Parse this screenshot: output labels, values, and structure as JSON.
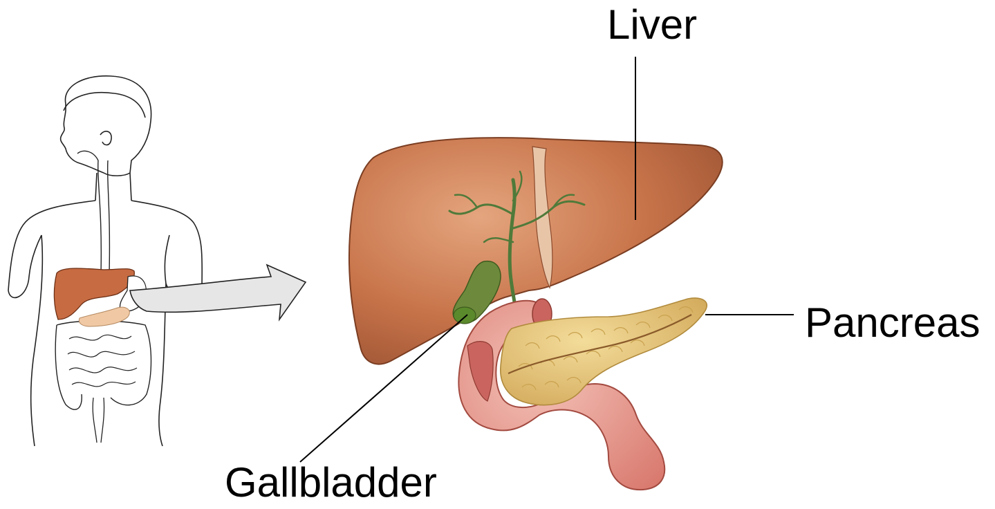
{
  "labels": {
    "liver": "Liver",
    "pancreas": "Pancreas",
    "gallbladder": "Gallbladder"
  },
  "colors": {
    "liver": "#c8744a",
    "liver_highlight": "#e0a07a",
    "liver_shadow": "#8f4a2c",
    "bile_duct": "#4f7a3a",
    "gallbladder": "#6d8a3c",
    "pancreas": "#e6c77a",
    "pancreas_lobule": "#c9a24f",
    "duodenum": "#eaa39a",
    "duodenum_inner": "#c9645e",
    "leader_line": "#000000",
    "outline": "#222222",
    "arrow_fill": "#e6e6e6"
  }
}
